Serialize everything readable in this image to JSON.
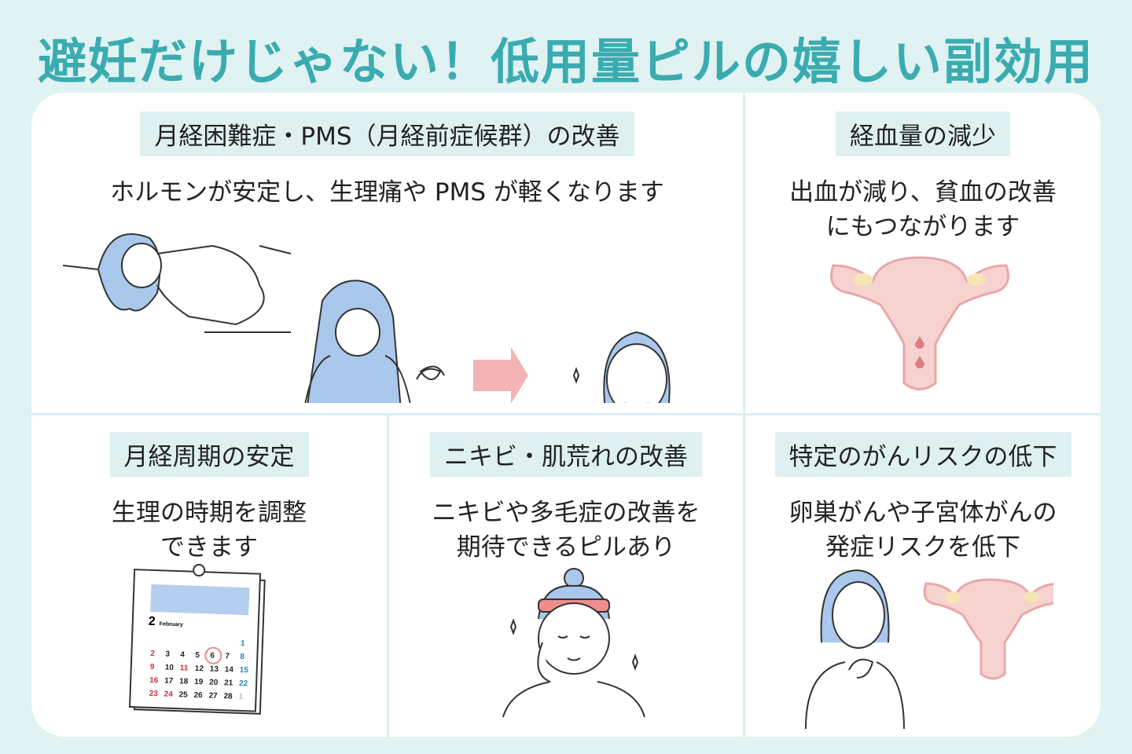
{
  "title": "避妊だけじゃない！低用量ピルの嬉しい副効用",
  "colors": {
    "background": "#e0f2f2",
    "title": "#3aacb0",
    "label_bg": "#dff0f0",
    "pink": "#f2b4b4",
    "hair": "#a9c8ec"
  },
  "sections": [
    {
      "label": "月経困難症・PMS（月経前症候群）の改善",
      "desc": [
        "ホルモンが安定し、生理痛や PMS が軽くなります"
      ]
    },
    {
      "label": "経血量の減少",
      "desc": [
        "出血が減り、貧血の改善",
        "にもつながります"
      ]
    },
    {
      "label": "月経周期の安定",
      "desc": [
        "生理の時期を調整",
        "できます"
      ]
    },
    {
      "label": "ニキビ・肌荒れの改善",
      "desc": [
        "ニキビや多毛症の改善を",
        "期待できるピルあり"
      ]
    },
    {
      "label": "特定のがんリスクの低下",
      "desc": [
        "卵巣がんや子宮体がんの",
        "発症リスクを低下"
      ]
    }
  ],
  "calendar": {
    "month_number": "2",
    "month_name": "February",
    "days": [
      [
        "",
        "",
        "",
        "",
        "",
        "",
        "1"
      ],
      [
        "2",
        "3",
        "4",
        "5",
        "6",
        "7",
        "8"
      ],
      [
        "9",
        "10",
        "11",
        "12",
        "13",
        "14",
        "15"
      ],
      [
        "16",
        "17",
        "18",
        "19",
        "20",
        "21",
        "22"
      ],
      [
        "23",
        "24",
        "25",
        "26",
        "27",
        "28",
        "1"
      ]
    ]
  }
}
